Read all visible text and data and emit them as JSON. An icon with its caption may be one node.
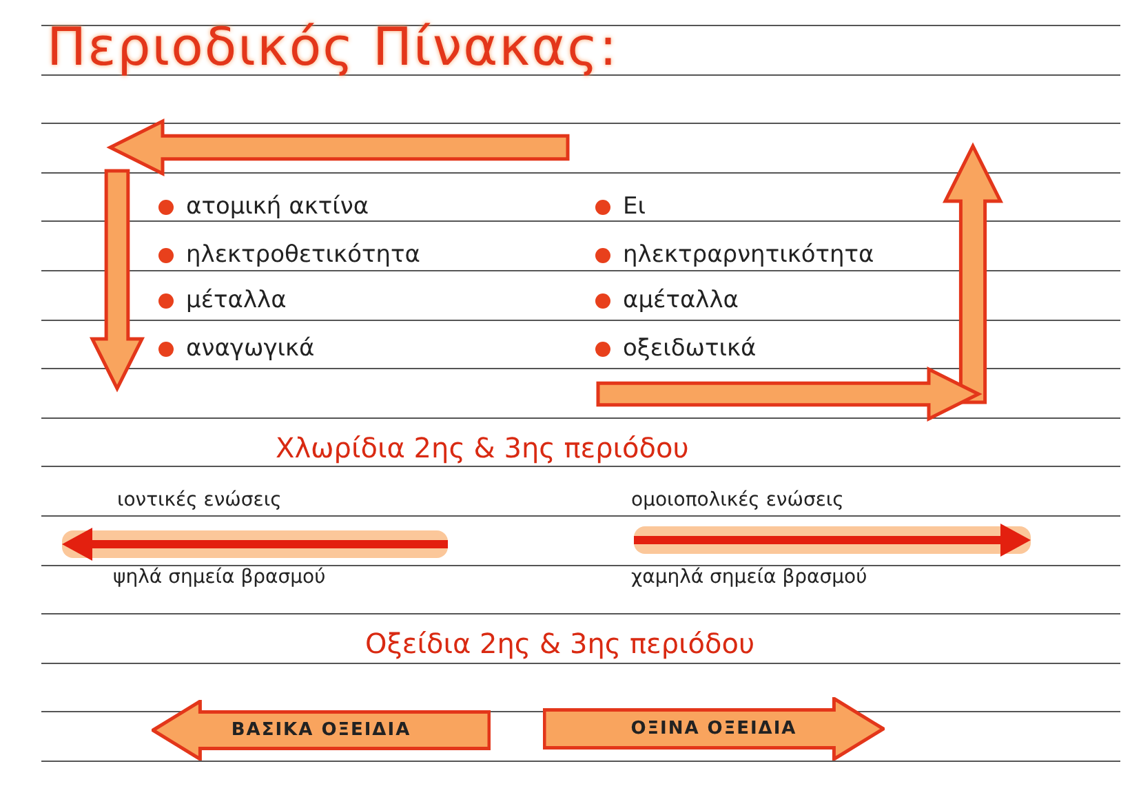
{
  "diagram": {
    "title": "Περιοδικός Πίνακας:",
    "nodes": [
      {
        "text": [
          "ΒΑΣΙΚΑ ΟΞΕΙΔΙΑ"
        ]
      },
      {
        "text": [
          "ΟΞΙΝΑ ΟΞΕΙΔΙΑ"
        ]
      }
    ],
    "labels": [
      "ατομική ακτίνα",
      "ηλεκτροθετικότητα",
      "μέταλλα",
      "αναγωγικά",
      "Eι",
      "ηλεκτραρνητικότητα",
      "αμέταλλα",
      "οξειδωτικά",
      "Χλωρίδια 2ης & 3ης περιόδου",
      "ιοντικές ενώσεις",
      "ψηλά σημεία βρασμού",
      "ομοιοπολικές ενώσεις",
      "χαμηλά σημεία βρασμού",
      "Οξείδια 2ης & 3ης περιόδου"
    ]
  }
}
